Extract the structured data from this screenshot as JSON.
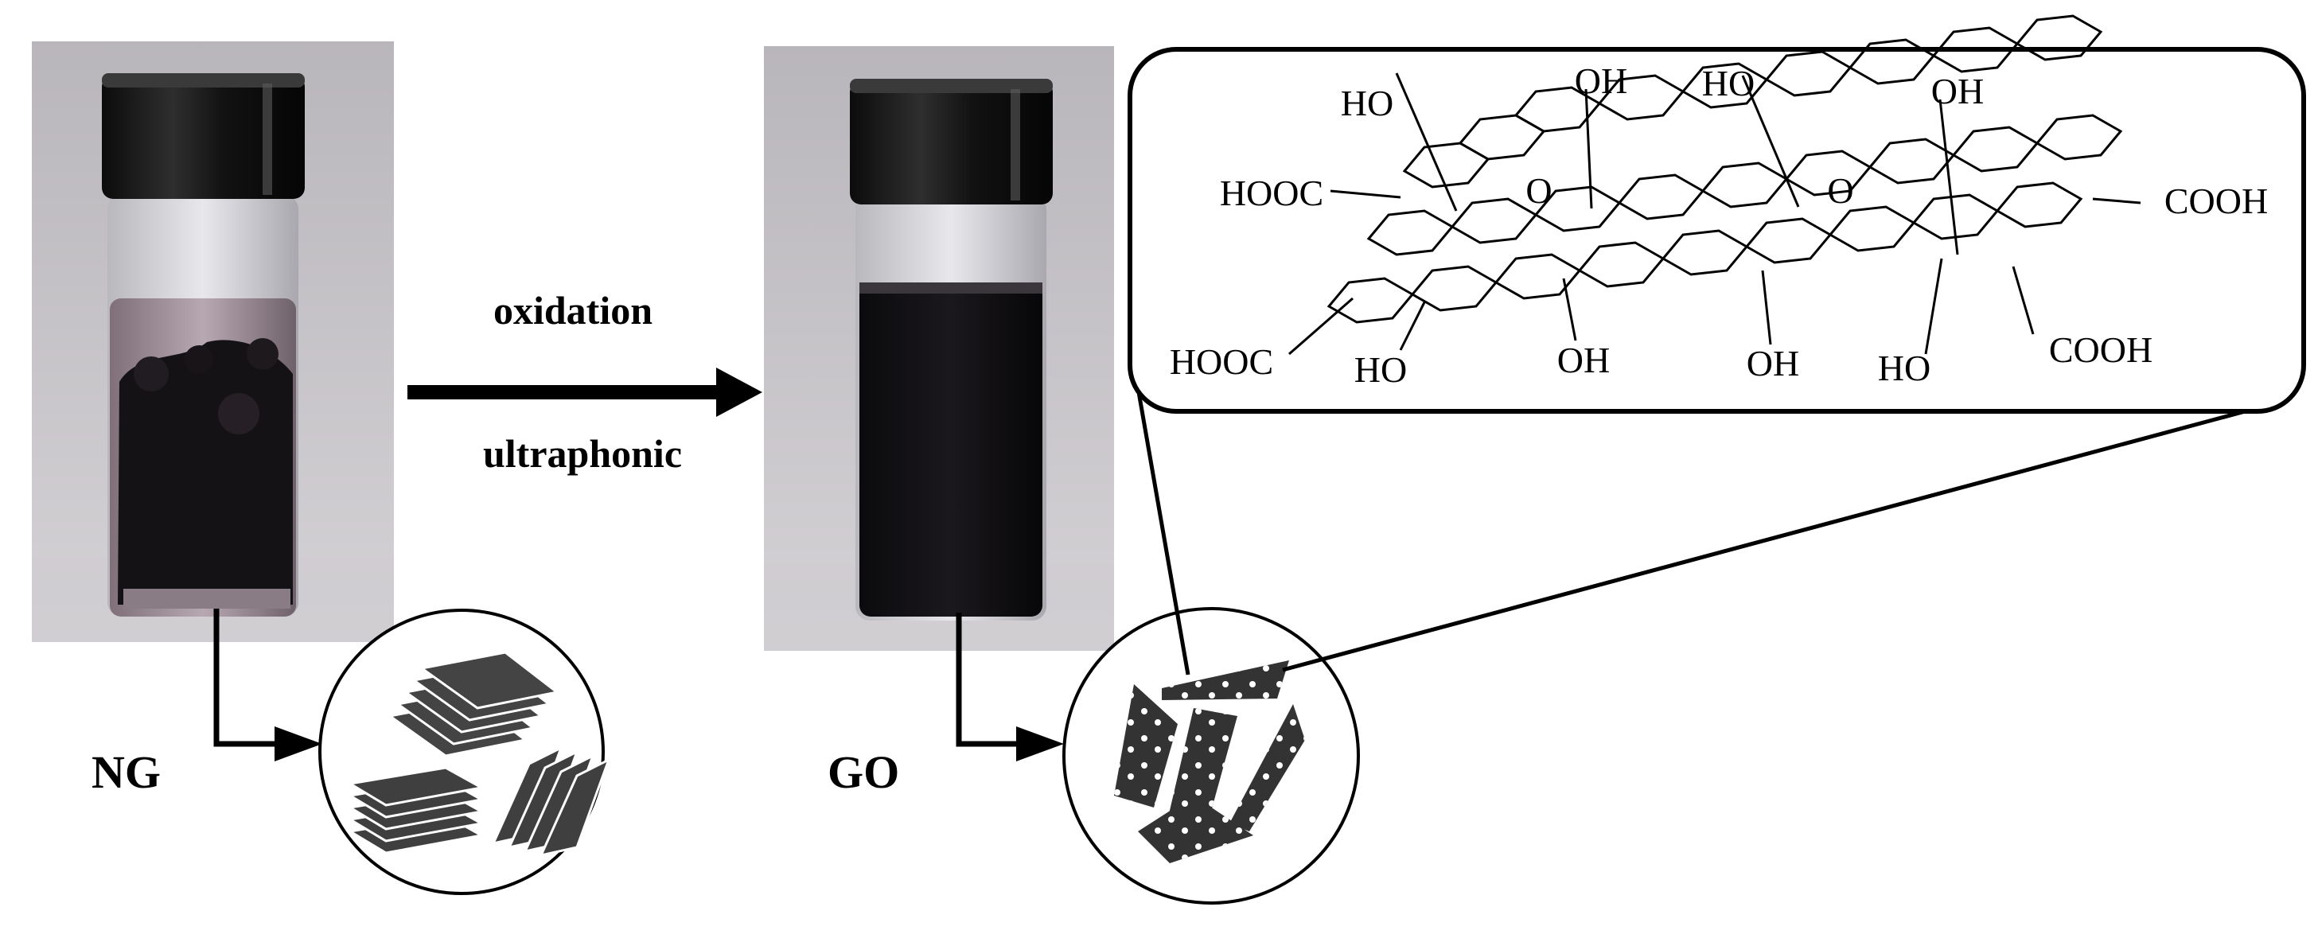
{
  "process": {
    "step_top": "oxidation",
    "step_bottom": "ultraphonic"
  },
  "samples": {
    "ng": {
      "label": "NG"
    },
    "go": {
      "label": "GO"
    }
  },
  "structure": {
    "groups": {
      "ho_top_left": "HO",
      "oh_top_mid": "OH",
      "ho_top_mid": "HO",
      "oh_top_right": "OH",
      "hooc_left": "HOOC",
      "cooh_right": "COOH",
      "epoxy_left": "O",
      "epoxy_right": "O",
      "hooc_bottom_left": "HOOC",
      "ho_bottom_1": "HO",
      "oh_bottom_1": "OH",
      "oh_bottom_2": "OH",
      "ho_bottom_2": "HO",
      "cooh_bottom_right": "COOH"
    }
  }
}
